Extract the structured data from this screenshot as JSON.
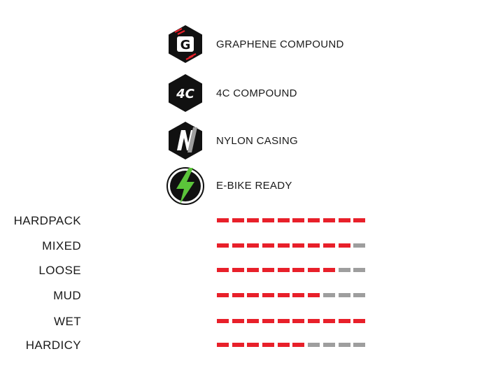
{
  "features": [
    {
      "icon": "graphene-g-icon",
      "badge_text": "G",
      "label": "GRAPHENE COMPOUND"
    },
    {
      "icon": "4c-compound-icon",
      "badge_text": "4C",
      "label": "4C COMPOUND"
    },
    {
      "icon": "nylon-n-icon",
      "badge_text": "N",
      "label": "NYLON CASING"
    },
    {
      "icon": "lightning-bolt-icon",
      "badge_text": "",
      "label": "E-BIKE READY"
    }
  ],
  "ratings": {
    "max": 10,
    "items": [
      {
        "label": "HARDPACK",
        "value": 10
      },
      {
        "label": "MIXED",
        "value": 9
      },
      {
        "label": "LOOSE",
        "value": 8
      },
      {
        "label": "MUD",
        "value": 7
      },
      {
        "label": "WET",
        "value": 10
      },
      {
        "label": "HARDICY",
        "value": 6
      }
    ]
  },
  "colors": {
    "filled": "#e8202a",
    "empty": "#9e9e9e",
    "badge": "#111111",
    "bolt": "#5bc43a"
  }
}
